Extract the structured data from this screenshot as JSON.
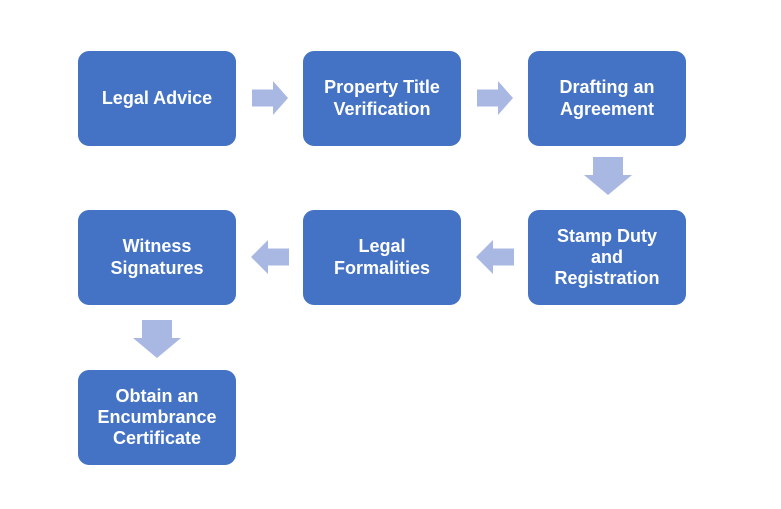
{
  "colors": {
    "background": "#FFFFFF",
    "node_fill": "#4472C4",
    "node_text": "#FFFFFF",
    "arrow_fill": "#A9B8E3"
  },
  "nodes": [
    {
      "id": "legal-advice",
      "label": "Legal Advice"
    },
    {
      "id": "property-title-verification",
      "label": "Property Title\nVerification"
    },
    {
      "id": "drafting-an-agreement",
      "label": "Drafting an\nAgreement"
    },
    {
      "id": "stamp-duty-and-registration",
      "label": "Stamp Duty\nand\nRegistration"
    },
    {
      "id": "legal-formalities",
      "label": "Legal\nFormalities"
    },
    {
      "id": "witness-signatures",
      "label": "Witness\nSignatures"
    },
    {
      "id": "obtain-an-encumbrance-certificate",
      "label": "Obtain an\nEncumbrance\nCertificate"
    }
  ],
  "flow": [
    {
      "from": "Legal Advice",
      "to": "Property Title Verification",
      "direction": "right"
    },
    {
      "from": "Property Title Verification",
      "to": "Drafting an Agreement",
      "direction": "right"
    },
    {
      "from": "Drafting an Agreement",
      "to": "Stamp Duty and Registration",
      "direction": "down"
    },
    {
      "from": "Stamp Duty and Registration",
      "to": "Legal Formalities",
      "direction": "left"
    },
    {
      "from": "Legal Formalities",
      "to": "Witness Signatures",
      "direction": "left"
    },
    {
      "from": "Witness Signatures",
      "to": "Obtain an Encumbrance Certificate",
      "direction": "down"
    }
  ]
}
